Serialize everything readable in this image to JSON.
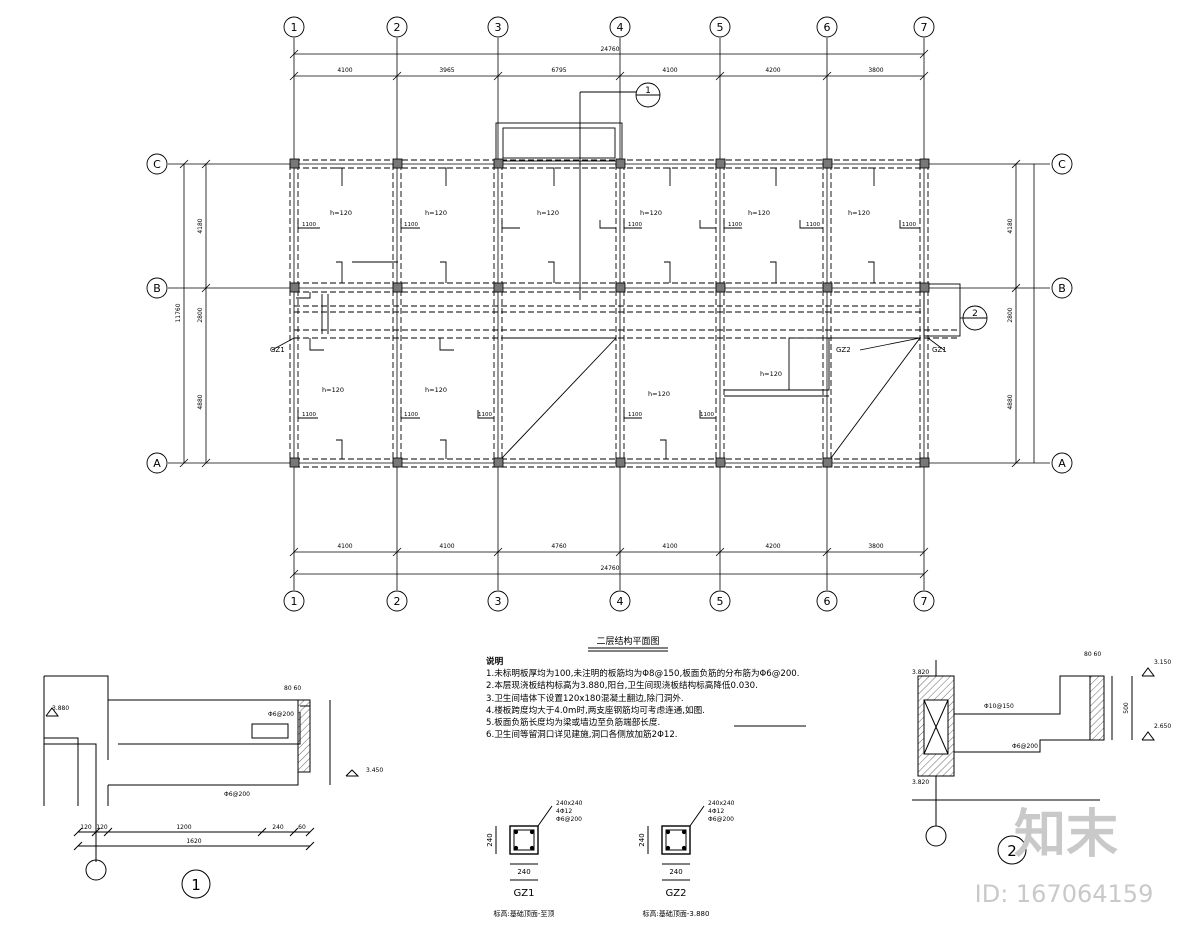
{
  "plan": {
    "axis_numbers": [
      "1",
      "2",
      "3",
      "4",
      "5",
      "6",
      "7"
    ],
    "axis_letters": [
      "C",
      "B",
      "A"
    ],
    "top_total": "24760",
    "top_spans": [
      "4100",
      "3965",
      "6795",
      "4100",
      "4200",
      "3800"
    ],
    "bottom_total": "24760",
    "bottom_spans": [
      "4100",
      "4100",
      "4760",
      "4100",
      "4200",
      "3800"
    ],
    "left_total": "11760",
    "side_spans": [
      "4180",
      "2800",
      "4880"
    ],
    "slab_label": "h=120",
    "bar_label": "1100",
    "gz1": "GZ1",
    "gz2": "GZ2",
    "callout_1": "1",
    "callout_2": "2"
  },
  "notes": {
    "title": "二层结构平面图",
    "heading": "说明",
    "lines": [
      "1.未标明板厚均为100,未注明的板筋均为Φ8@150,板面负筋的分布筋为Φ6@200.",
      "2.本层现浇板结构标高为3.880,阳台,卫生间现浇板结构标高降低0.030.",
      "3.卫生间墙体下设置120x180混凝土翻边,除门洞外.",
      "4.楼板跨度均大于4.0m时,两支座钢筋均可考虑连通,如图.",
      "5.板面负筋长度均为梁或墙边至负筋端部长度.",
      "6.卫生间等留洞口详见建施,洞口各侧放加筋2Φ12."
    ]
  },
  "detail1": {
    "label": "1",
    "elev_left": "3.880",
    "elev_right": "3.450",
    "dims_bottom": [
      "120",
      "120",
      "1200",
      "240",
      "60"
    ],
    "total": "1620",
    "rebar": "Φ6@200",
    "rebar2": "Φ6@200",
    "dim_top": "80 60"
  },
  "detail2": {
    "label": "2",
    "elev_top": "3.150",
    "elev_bot": "2.650",
    "elev_left1": "3.820",
    "elev_left2": "3.820",
    "rebar1": "Φ10@150",
    "rebar2": "Φ6@200",
    "dim_top": "80 60",
    "dim_right": "500"
  },
  "sections": [
    {
      "name": "GZ1",
      "size": "240x240",
      "bars": "4Φ12",
      "stirrup": "Φ6@200",
      "dim": "240",
      "caption": "标高:基础顶面-至顶"
    },
    {
      "name": "GZ2",
      "size": "240x240",
      "bars": "4Φ12",
      "stirrup": "Φ6@200",
      "dim": "240",
      "caption": "标高:基础顶面-3.880"
    }
  ],
  "watermark": {
    "logo": "知末",
    "id": "ID: 167064159"
  }
}
